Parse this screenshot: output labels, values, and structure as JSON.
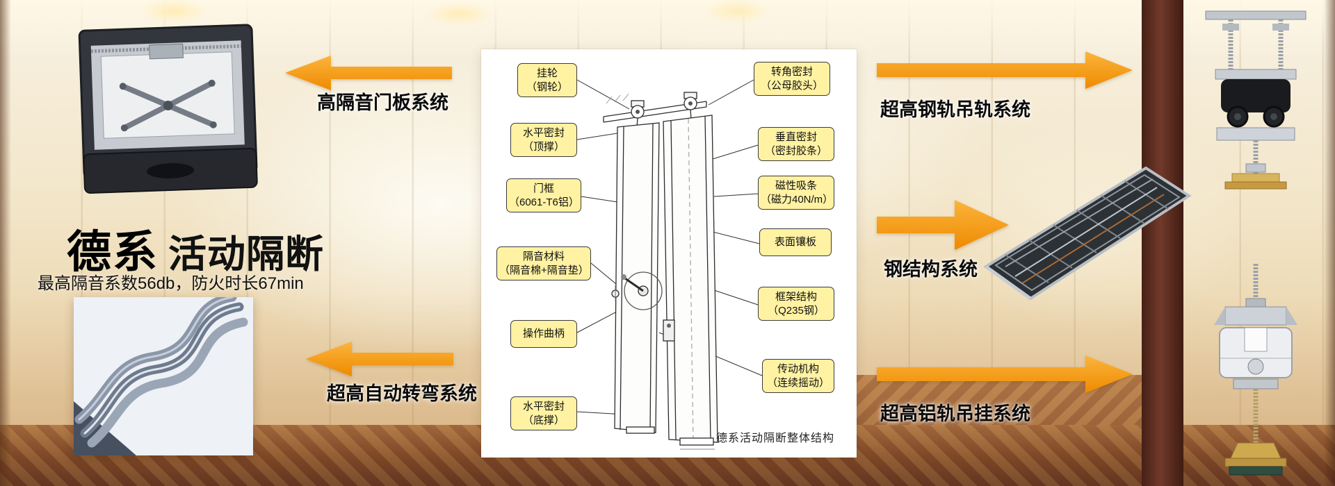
{
  "brand": {
    "title_main": "德系",
    "title_sub": "活动隔断",
    "tagline": "最高隔音系数56db，防火时长67min"
  },
  "system_labels": {
    "left_top": "高隔音门板系统",
    "left_bottom": "超高自动转弯系统",
    "right_top": "超高钢轨吊轨系统",
    "right_middle": "钢结构系统",
    "right_bottom": "超高铝轨吊挂系统"
  },
  "diagram": {
    "caption": "德系活动隔断整体结构",
    "callouts_left": [
      {
        "line1": "挂轮",
        "line2": "（钢轮）"
      },
      {
        "line1": "水平密封",
        "line2": "（顶撑）"
      },
      {
        "line1": "门框",
        "line2": "（6061-T6铝）"
      },
      {
        "line1": "隔音材料",
        "line2": "（隔音棉+隔音垫）"
      },
      {
        "line1": "操作曲柄",
        "line2": ""
      },
      {
        "line1": "水平密封",
        "line2": "（底撑）"
      }
    ],
    "callouts_right": [
      {
        "line1": "转角密封",
        "line2": "（公母胶头）"
      },
      {
        "line1": "垂直密封",
        "line2": "（密封胶条）"
      },
      {
        "line1": "磁性吸条",
        "line2": "（磁力40N/m）"
      },
      {
        "line1": "表面镶板",
        "line2": ""
      },
      {
        "line1": "框架结构",
        "line2": "（Q235钢）"
      },
      {
        "line1": "传动机构",
        "line2": "（连续摇动）"
      }
    ]
  },
  "colors": {
    "arrow_gradient_start": "#FBB43C",
    "arrow_gradient_end": "#EE8A00",
    "callout_background": "#FFF2A3",
    "callout_border": "#3A3A3A"
  }
}
